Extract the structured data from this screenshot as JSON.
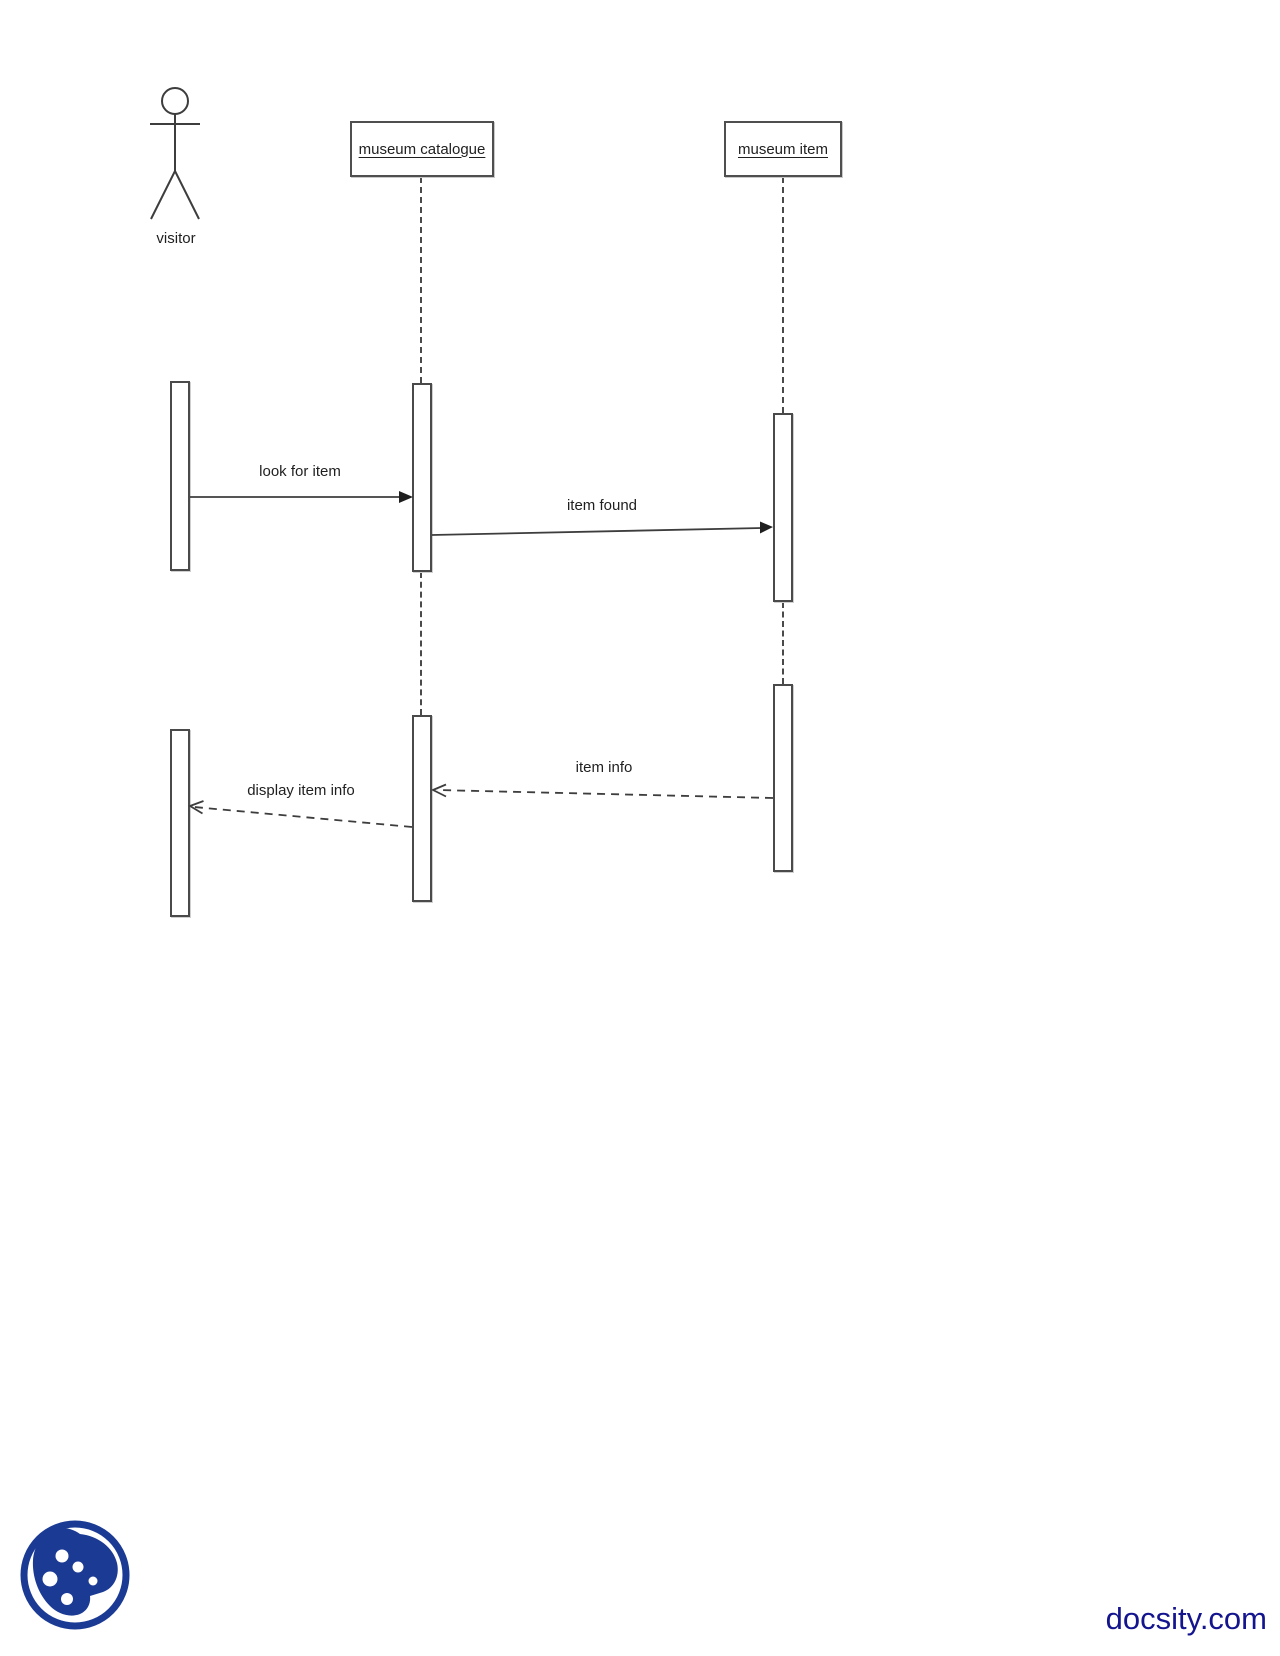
{
  "diagram": {
    "type": "uml-sequence",
    "actor": {
      "label": "visitor"
    },
    "objects": [
      {
        "id": "museum-catalogue",
        "label": "museum catalogue"
      },
      {
        "id": "museum-item",
        "label": "museum item"
      }
    ],
    "messages": [
      {
        "label": "look for item",
        "from": "visitor",
        "to": "museum catalogue",
        "line": "solid",
        "arrowhead": "filled"
      },
      {
        "label": "item found",
        "from": "museum catalogue",
        "to": "museum item",
        "line": "solid",
        "arrowhead": "filled"
      },
      {
        "label": "item info",
        "from": "museum item",
        "to": "museum catalogue",
        "line": "dashed",
        "arrowhead": "open"
      },
      {
        "label": "display item info",
        "from": "museum catalogue",
        "to": "visitor",
        "line": "dashed",
        "arrowhead": "open"
      }
    ]
  },
  "footer": {
    "brand": "docsity.com",
    "brand_color": "#14148f",
    "logo": "docsity-logo",
    "logo_color": "#1a3a94"
  }
}
